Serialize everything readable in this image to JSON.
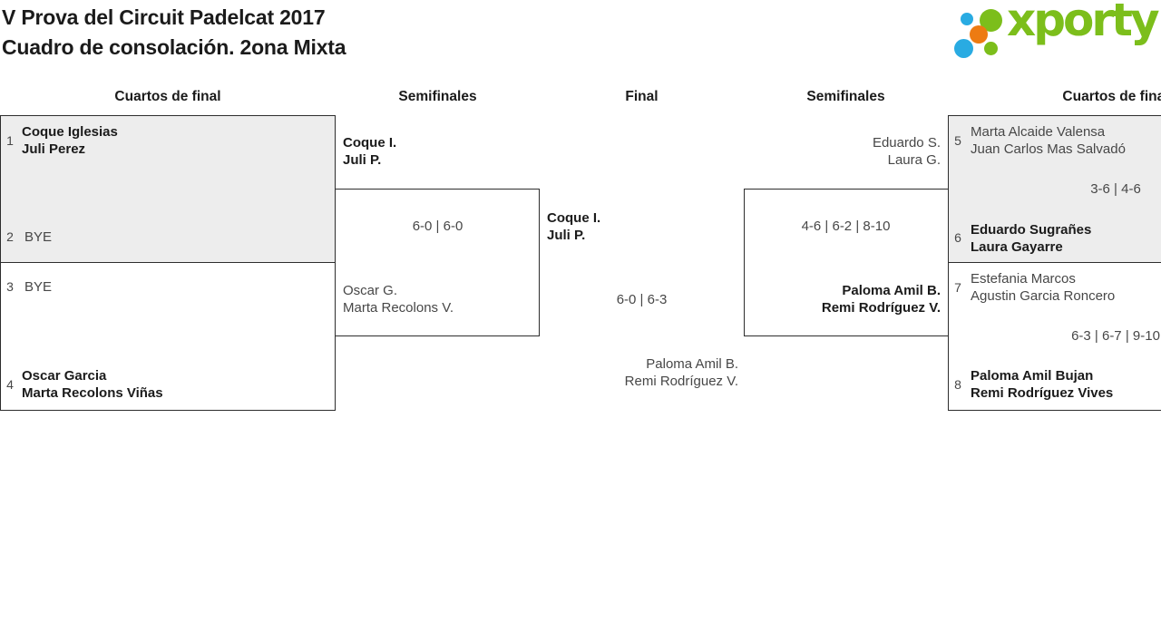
{
  "page": {
    "title_line1": "V Prova del Circuit Padelcat 2017",
    "title_line2": "Cuadro de consolación. 2ona Mixta"
  },
  "logo": {
    "wordmark": "xporty",
    "colors": {
      "green": "#7cbe1b",
      "blue": "#29abe2",
      "orange": "#ed7b12"
    }
  },
  "rounds": {
    "r1": "Cuartos de final",
    "r2": "Semifinales",
    "r3": "Final",
    "r4": "Semifinales",
    "r5": "Cuartos de final"
  },
  "bracket": {
    "qf_left_top": {
      "seed_a": "1",
      "team_a_1": "Coque Iglesias",
      "team_a_2": "Juli Perez",
      "seed_b": "2",
      "team_b_1": "BYE"
    },
    "qf_left_bottom": {
      "seed_a": "3",
      "team_a_1": "BYE",
      "seed_b": "4",
      "team_b_1": "Oscar Garcia",
      "team_b_2": "Marta Recolons Viñas"
    },
    "sf_left": {
      "team_a_1": "Coque I.",
      "team_a_2": "Juli P.",
      "score": "6-0 | 6-0",
      "team_b_1": "Oscar G.",
      "team_b_2": "Marta Recolons V."
    },
    "final": {
      "team_a_1": "Coque I.",
      "team_a_2": "Juli P.",
      "score": "6-0 | 6-3",
      "team_b_1": "Paloma Amil B.",
      "team_b_2": "Remi Rodríguez V."
    },
    "sf_right": {
      "team_a_1": "Eduardo S.",
      "team_a_2": "Laura G.",
      "score": "4-6 | 6-2 | 8-10",
      "team_b_1": "Paloma Amil B.",
      "team_b_2": "Remi Rodríguez V."
    },
    "qf_right_top": {
      "seed_a": "5",
      "team_a_1": "Marta Alcaide Valensa",
      "team_a_2": "Juan Carlos Mas Salvadó",
      "score": "3-6 | 4-6",
      "seed_b": "6",
      "team_b_1": "Eduardo Sugrañes",
      "team_b_2": "Laura Gayarre"
    },
    "qf_right_bottom": {
      "seed_a": "7",
      "team_a_1": "Estefania Marcos",
      "team_a_2": "Agustin Garcia Roncero",
      "score": "6-3 | 6-7 | 9-10",
      "seed_b": "8",
      "team_b_1": "Paloma Amil Bujan",
      "team_b_2": "Remi Rodríguez Vives"
    }
  }
}
